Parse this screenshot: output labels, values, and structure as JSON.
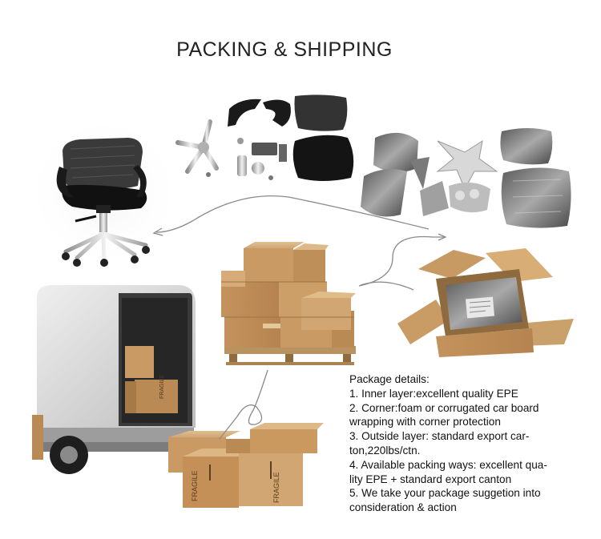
{
  "header": {
    "title": "PACKING & SHIPPING"
  },
  "details": {
    "heading": "Package details:",
    "lines": [
      "1. Inner layer:excellent quality EPE",
      "2. Corner:foam or corrugated car board",
      "wrapping with corner protection",
      "3. Outside layer: standard export  car-",
      "ton,220lbs/ctn.",
      "4. Available packing ways: excellent qua-",
      "lity EPE + standard export canton",
      "5. We take your package suggetion into",
      "consideration & action"
    ]
  },
  "box_label": "FRAGILE",
  "colors": {
    "cardboard": "#c9a070",
    "cardboard_dark": "#a87d4d",
    "chair_black": "#1a1a1a",
    "chrome": "#c8c8c8",
    "truck_body": "#dcdcdc",
    "wrap": "#8a8a8a"
  }
}
